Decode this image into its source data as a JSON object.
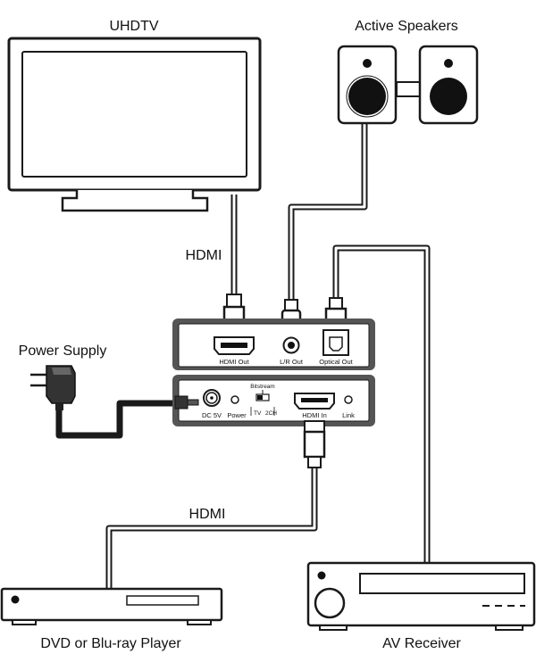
{
  "labels": {
    "uhdtv": "UHDTV",
    "active_speakers": "Active Speakers",
    "hdmi_top": "HDMI",
    "power_supply": "Power Supply",
    "hdmi_bottom": "HDMI",
    "dvd_player": "DVD or Blu-ray Player",
    "av_receiver": "AV Receiver"
  },
  "device": {
    "top_panel": {
      "hdmi_out": "HDMI Out",
      "lr_out": "L/R Out",
      "optical_out": "Optical Out"
    },
    "bottom_panel": {
      "dc_5v": "DC 5V",
      "power": "Power",
      "bitstream": "Bitstream",
      "tv": "TV",
      "two_ch": "2CH",
      "hdmi_in": "HDMI In",
      "link": "Link"
    }
  },
  "colors": {
    "line": "#1a1a1a",
    "panel": "#555555",
    "panel_face": "#ffffff",
    "speaker_cone": "#111111"
  }
}
